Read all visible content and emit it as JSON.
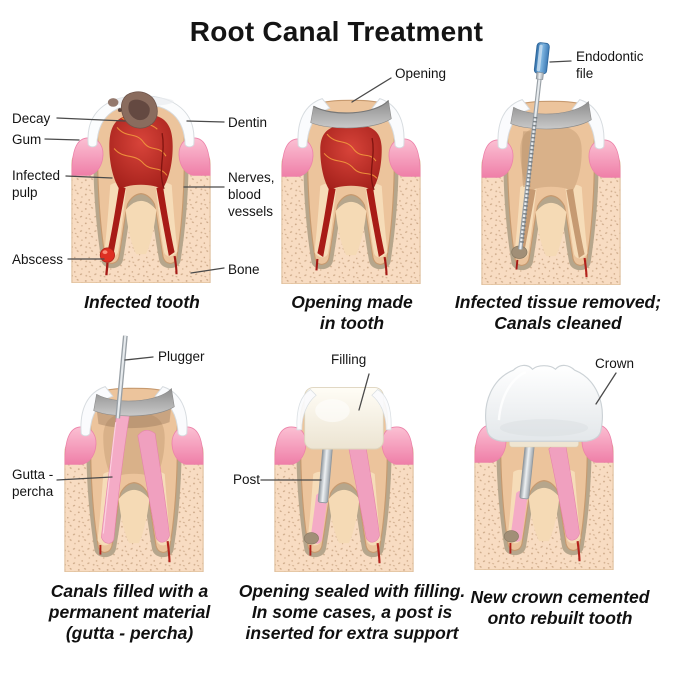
{
  "title": "Root Canal Treatment",
  "panels": [
    {
      "name": "infected-tooth",
      "caption_lines": [
        "Infected tooth"
      ],
      "labels": {
        "decay": "Decay",
        "gum": "Gum",
        "infected_pulp_l1": "Infected",
        "infected_pulp_l2": "pulp",
        "abscess": "Abscess",
        "dentin": "Dentin",
        "nerves_l1": "Nerves,",
        "nerves_l2": "blood",
        "nerves_l3": "vessels",
        "bone": "Bone"
      }
    },
    {
      "name": "opening-made",
      "caption_lines": [
        "Opening made",
        "in tooth"
      ],
      "labels": {
        "opening": "Opening"
      }
    },
    {
      "name": "tissue-removed",
      "caption_lines": [
        "Infected tissue removed;",
        "Canals cleaned"
      ],
      "labels": {
        "endodontic_file_l1": "Endodontic",
        "endodontic_file_l2": "file"
      }
    },
    {
      "name": "canals-filled",
      "caption_lines": [
        "Canals filled with a",
        "permanent material",
        "(gutta - percha)"
      ],
      "labels": {
        "plugger": "Plugger",
        "gutta_percha_l1": "Gutta -",
        "gutta_percha_l2": "percha"
      }
    },
    {
      "name": "opening-sealed",
      "caption_lines": [
        "Opening sealed with filling.",
        "In some cases, a post is",
        "inserted for extra support"
      ],
      "labels": {
        "filling": "Filling",
        "post": "Post"
      }
    },
    {
      "name": "crown-cemented",
      "caption_lines": [
        "New crown cemented",
        "onto rebuilt tooth"
      ],
      "labels": {
        "crown": "Crown"
      }
    }
  ],
  "colors": {
    "gum_pink": "#f491b5",
    "bone_peach": "#f8dcc2",
    "dentin_tan": "#ecc49c",
    "pulp_red": "#b0211c",
    "vessel_orange": "#f2993d",
    "gutta_percha_pink": "#f4abc6",
    "instrument_silver": "#b9c0c6",
    "file_handle_blue": "#4b87c0",
    "enamel_white": "#fbfcfd",
    "text": "#151515"
  }
}
